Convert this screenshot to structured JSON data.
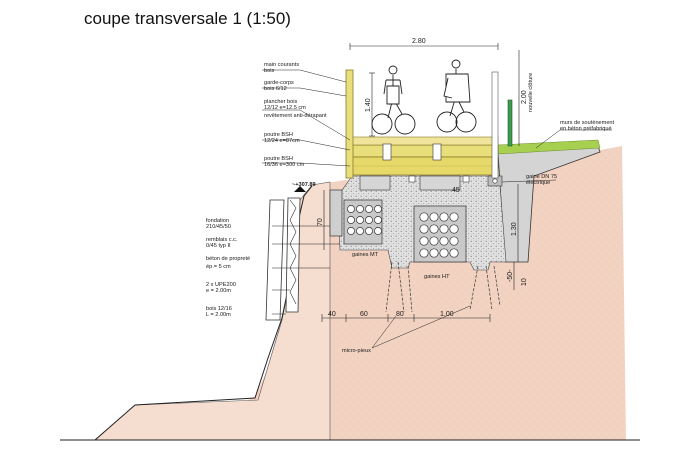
{
  "title": "coupe transversale 1  (1:50)",
  "labels": {
    "main_courante_1": "main courants",
    "main_courante_2": "bois",
    "garde_corps_1": "garde-corps",
    "garde_corps_2": "bois 6/12",
    "plancher_1": "plancher bois",
    "plancher_2": "12/12 e=12.5 cm",
    "plancher_3": "revêtement anti-dérapant",
    "poutre_bsh_a_1": "poutre BSH",
    "poutre_bsh_a_2": "12/24 e=87cm",
    "poutre_bsh_b_1": "poutre BSH",
    "poutre_bsh_b_2": "16/36 e=300 cm",
    "altitude": "~+307.89",
    "fondation_1": "fondation",
    "fondation_2": "210/45/50",
    "remblais_1": "remblais c.c.",
    "remblais_2": "0/45 typ II",
    "beton_1": "béton de propreté",
    "beton_2": "ép.= 5 cm",
    "upe_1": "2 x UPE200",
    "upe_2": "e = 2.00m",
    "bois_1": "bois 12/16",
    "bois_2": "L = 2.00m",
    "micro_pieux": "micro-pieux",
    "gaines_mt": "gaines MT",
    "gaines_ht": "gaines HT",
    "gaine_dn_1": "gaine DN 75",
    "gaine_dn_2": "électrique",
    "mur_1": "murs de soutènement",
    "mur_2": "en béton préfabriqué",
    "cloture": "nouvelle clôture"
  },
  "dimensions": {
    "width_top": "2.80",
    "rail_height": "1.40",
    "fence_height": "2.00",
    "found_height": "70",
    "wall_height": "1.30",
    "depth_small": "-50-",
    "d_10": "10",
    "d_45": "45",
    "b_40": "40",
    "b_60": "60",
    "b_80": "80",
    "b_100": "1.00"
  },
  "colors": {
    "wood": "#e8de7a",
    "wood_edge": "#8a7a2a",
    "soil": "#f2d2c0",
    "soil_dark": "#e8b8a2",
    "grass": "#a8d050",
    "gravel": "#d8d8d8",
    "concrete": "#c8c8c8",
    "post_green": "#3e9a4e"
  }
}
